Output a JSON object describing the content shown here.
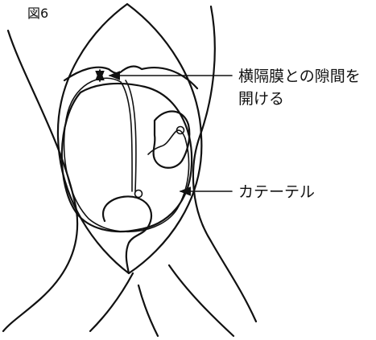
{
  "figure": {
    "number_label": "図6"
  },
  "annotations": {
    "diaphragm_gap_line1": "横隔膜との隙間を",
    "diaphragm_gap_line2": "開ける",
    "catheter": "カテーテル"
  },
  "colors": {
    "line": "#111111",
    "background": "#ffffff"
  }
}
